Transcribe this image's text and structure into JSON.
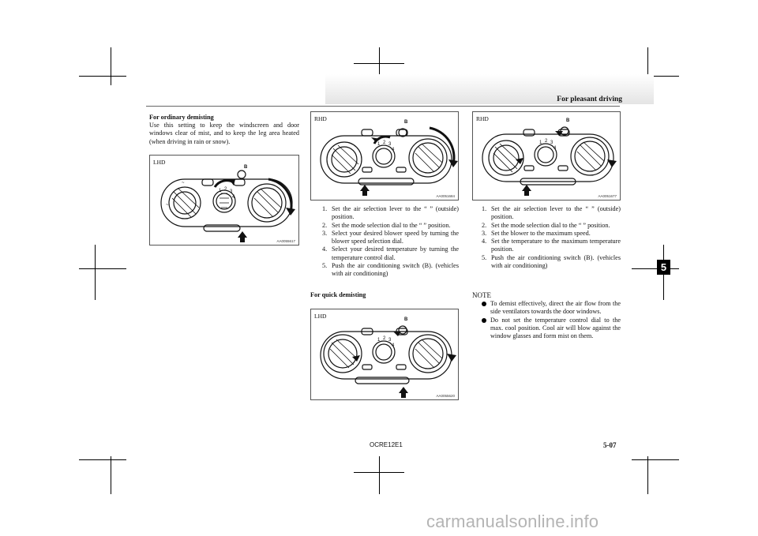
{
  "header": {
    "title": "For pleasant driving"
  },
  "left": {
    "heading": "For ordinary demisting",
    "paragraph": "Use this setting to keep the windscreen and door windows clear of mist, and to keep the leg area heated (when driving in rain or snow).",
    "figure": {
      "label": "LHD",
      "code": "AA0055617",
      "b_label": "B"
    }
  },
  "middle": {
    "figure_top": {
      "label": "RHD",
      "code": "AA0051684",
      "b_label": "B"
    },
    "steps": [
      {
        "num": "1.",
        "text": "Set the air selection lever to the “ ” (outside) position."
      },
      {
        "num": "2.",
        "text": "Set the mode selection dial to the “ ” position."
      },
      {
        "num": "3.",
        "text": "Select your desired blower speed by turning the blower speed selection dial."
      },
      {
        "num": "4.",
        "text": "Select your desired temperature by turning the temperature control dial."
      },
      {
        "num": "5.",
        "text": "Push the air conditioning switch (B). (vehicles with air conditioning)"
      }
    ],
    "heading": "For quick demisting",
    "figure_bottom": {
      "label": "LHD",
      "code": "AA0055620",
      "b_label": "B"
    }
  },
  "right": {
    "figure": {
      "label": "RHD",
      "code": "AA0051677",
      "b_label": "B"
    },
    "steps": [
      {
        "num": "1.",
        "text": "Set the air selection lever to the “ ” (outside) position."
      },
      {
        "num": "2.",
        "text": "Set the mode selection dial to the “ ” position."
      },
      {
        "num": "3.",
        "text": "Set the blower to the maximum speed."
      },
      {
        "num": "4.",
        "text": "Set the temperature to the maximum temperature position."
      },
      {
        "num": "5.",
        "text": "Push the air conditioning switch (B). (vehicles with air conditioning)"
      }
    ],
    "note_title": "NOTE",
    "notes": [
      "To demist effectively, direct the air flow from the side ventilators towards the door windows.",
      "Do not set the temperature control dial to the max. cool position. Cool air will blow against the window glasses and form mist on them."
    ]
  },
  "footer": {
    "code": "OCRE12E1",
    "page": "5-07",
    "chapter_tab": "5"
  },
  "watermark": "carmanualsonline.info"
}
